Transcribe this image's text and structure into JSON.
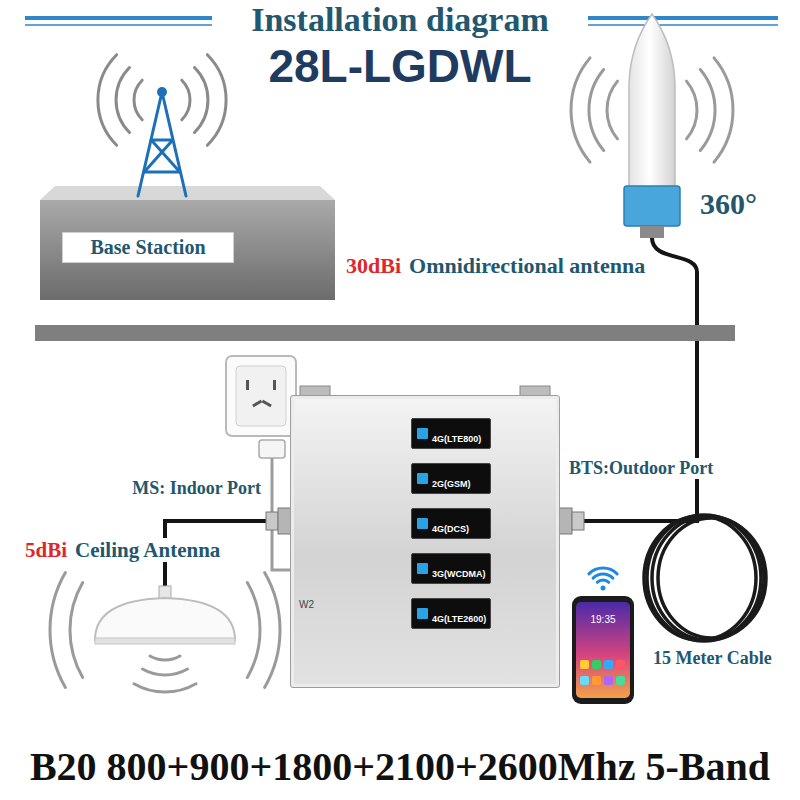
{
  "diagram": {
    "title": "Installation diagram",
    "caption": "B20 800+900+1800+2100+2600Mhz 5-Band",
    "nodes": [
      {
        "text": [
          "Base Staction"
        ]
      },
      {
        "text": [
          "360°",
          "30dBi",
          "Omnidirectional antenna"
        ]
      },
      {
        "text": [
          "W2"
        ]
      },
      {
        "text": [
          "4G(LTE800)"
        ],
        "in": 2
      },
      {
        "text": [
          "2G(GSM)"
        ],
        "in": 2
      },
      {
        "text": [
          "4G(DCS)"
        ],
        "in": 2
      },
      {
        "text": [
          "3G(WCDMA)"
        ],
        "in": 2
      },
      {
        "text": [
          "4G(LTE2600)"
        ],
        "in": 2
      },
      {
        "text": [
          "5dBi",
          "Ceiling Antenna"
        ]
      }
    ],
    "edges": [
      {
        "from": 2,
        "to": 8,
        "arrow": "none"
      },
      {
        "from": 2,
        "to": 1,
        "arrow": "none",
        "label": "15 Meter Cable"
      }
    ],
    "labels": [
      "28L-LGDWL",
      "MS: Indoor Port",
      "BTS:Outdoor Port",
      "19:35"
    ]
  }
}
